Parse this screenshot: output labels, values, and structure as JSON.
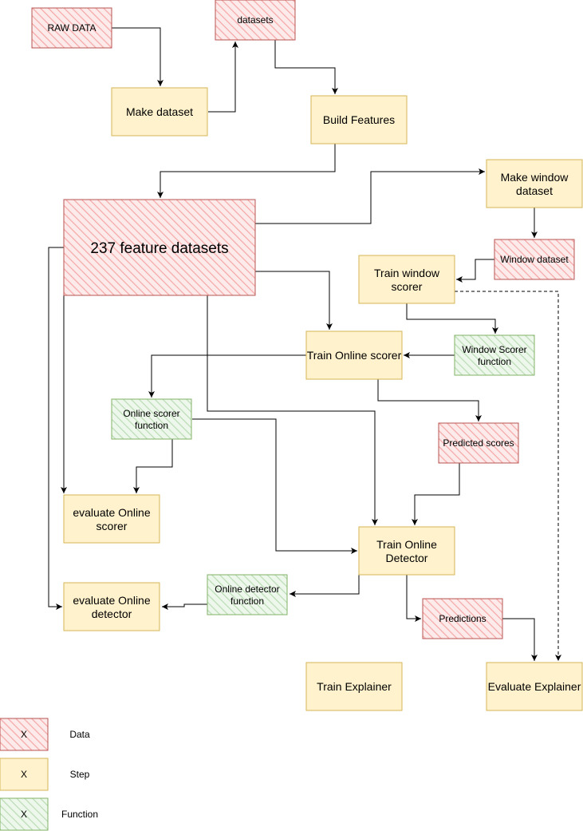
{
  "colors": {
    "data_fill": "#f8cecc",
    "data_stroke": "#b85450",
    "step_fill": "#fff2cc",
    "step_stroke": "#d6b656",
    "function_fill": "#d5e8d4",
    "function_stroke": "#82b366",
    "edge": "#000000"
  },
  "nodes": {
    "raw_data": "RAW DATA",
    "datasets": "datasets",
    "make_dataset": "Make dataset",
    "build_features": "Build Features",
    "feature_datasets": "237 feature datasets",
    "make_window_dataset_1": "Make window",
    "make_window_dataset_2": "dataset",
    "window_dataset": "Window dataset",
    "train_window_scorer_1": "Train window",
    "train_window_scorer_2": "scorer",
    "train_online_scorer": "Train Online scorer",
    "window_scorer_function_1": "Window Scorer",
    "window_scorer_function_2": "function",
    "online_scorer_function_1": "Online scorer",
    "online_scorer_function_2": "function",
    "predicted_scores": "Predicted scores",
    "evaluate_online_scorer_1": "evaluate Online",
    "evaluate_online_scorer_2": "scorer",
    "train_online_detector_1": "Train Online",
    "train_online_detector_2": "Detector",
    "online_detector_function_1": "Online detector",
    "online_detector_function_2": "function",
    "evaluate_online_detector_1": "evaluate Online",
    "evaluate_online_detector_2": "detector",
    "predictions": "Predictions",
    "train_explainer": "Train Explainer",
    "evaluate_explainer": "Evaluate Explainer"
  },
  "legend": {
    "data_symbol": "X",
    "data_label": "Data",
    "step_symbol": "X",
    "step_label": "Step",
    "function_symbol": "X",
    "function_label": "Function"
  }
}
